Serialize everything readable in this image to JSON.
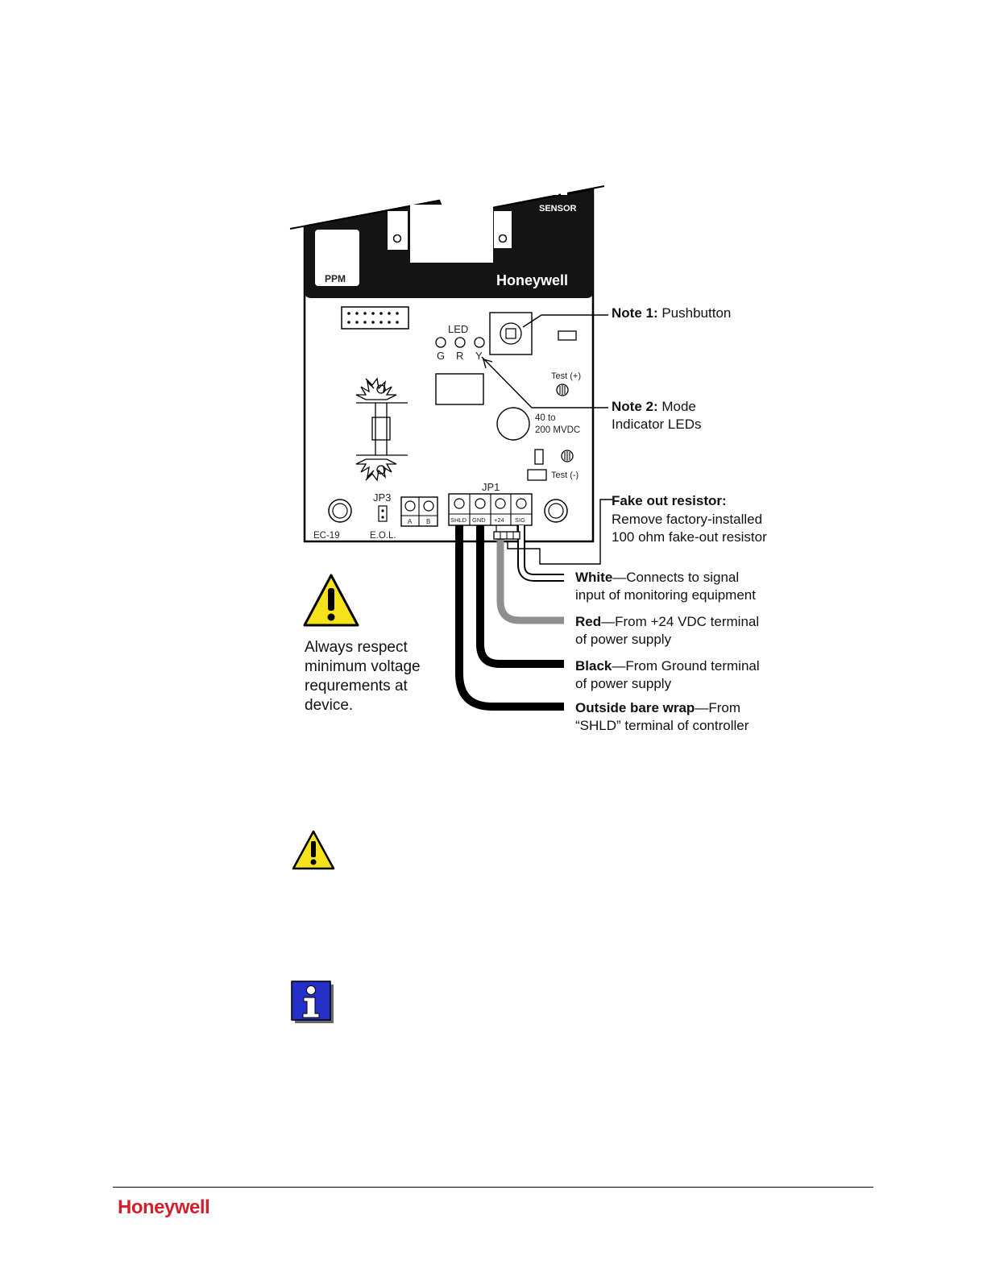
{
  "board": {
    "brand": "Honeywell",
    "sensor": "SENSOR",
    "ppm": "PPM",
    "led_title": "LED",
    "led_g": "G",
    "led_r": "R",
    "led_y": "Y",
    "test_plus": "Test (+)",
    "test_minus": "Test (-)",
    "voltage_line1": "40 to",
    "voltage_line2": "200 MVDC",
    "jp1": "JP1",
    "jp3": "JP3",
    "ec19": "EC-19",
    "eol": "E.O.L.",
    "term_a": "A",
    "term_b": "B",
    "term_shld": "SHLD",
    "term_gnd": "GND",
    "term_24": "+24",
    "term_sig": "SIG"
  },
  "callouts": {
    "note1_bold": "Note 1:",
    "note1_text": " Pushbutton",
    "note2_bold": "Note 2:",
    "note2_text": " Mode",
    "note2_line2": "Indicator LEDs",
    "fake_bold": "Fake out resistor:",
    "fake_line2": "Remove factory-installed",
    "fake_line3": "100 ohm fake-out resistor",
    "white_bold": "White",
    "white_text": "—Connects to signal",
    "white_line2": "input of monitoring equipment",
    "red_bold": "Red",
    "red_text": "—From +24 VDC terminal",
    "red_line2": "of power supply",
    "black_bold": "Black",
    "black_text": "—From Ground terminal",
    "black_line2": "of power supply",
    "outside_bold": "Outside bare wrap",
    "outside_text": "—From",
    "outside_line2": "“SHLD” terminal of controller"
  },
  "warning": {
    "line1": "Always respect",
    "line2": "minimum voltage",
    "line3": "requrements at",
    "line4": "device."
  },
  "footer": {
    "logo": "Honeywell"
  },
  "colors": {
    "brand_red": "#d21f2b",
    "warning_yellow": "#f5e21a",
    "info_blue": "#2530c9",
    "red_wire": "#8f8f8f"
  }
}
